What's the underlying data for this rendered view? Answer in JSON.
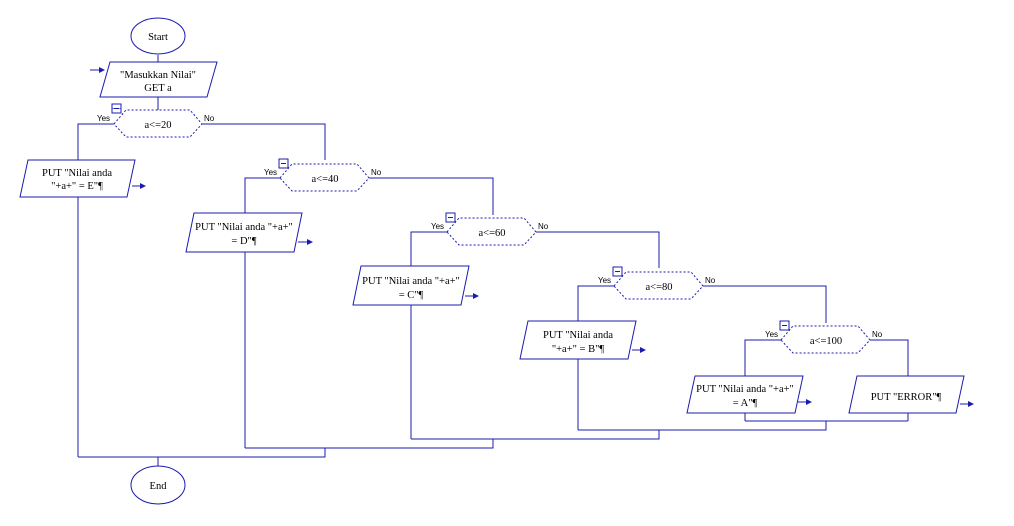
{
  "flowchart": {
    "start_label": "Start",
    "end_label": "End",
    "input": {
      "line1": "\"Masukkan Nilai\"",
      "line2": "GET a"
    },
    "decisions": [
      {
        "condition": "a<=20",
        "yes": "Yes",
        "no": "No"
      },
      {
        "condition": "a<=40",
        "yes": "Yes",
        "no": "No"
      },
      {
        "condition": "a<=60",
        "yes": "Yes",
        "no": "No"
      },
      {
        "condition": "a<=80",
        "yes": "Yes",
        "no": "No"
      },
      {
        "condition": "a<=100",
        "yes": "Yes",
        "no": "No"
      }
    ],
    "outputs": [
      {
        "line1": "PUT \"Nilai anda",
        "line2": "\"+a+\"  = E\"¶"
      },
      {
        "line1": "PUT \"Nilai anda \"+a+\"",
        "line2": "= D\"¶"
      },
      {
        "line1": "PUT \"Nilai anda \"+a+\"",
        "line2": "= C\"¶"
      },
      {
        "line1": "PUT \"Nilai anda",
        "line2": "\"+a+\" = B\"¶"
      },
      {
        "line1": "PUT \"Nilai anda \"+a+\"",
        "line2": "= A\"¶"
      },
      {
        "line1": "PUT \"ERROR\"¶",
        "line2": ""
      }
    ]
  }
}
